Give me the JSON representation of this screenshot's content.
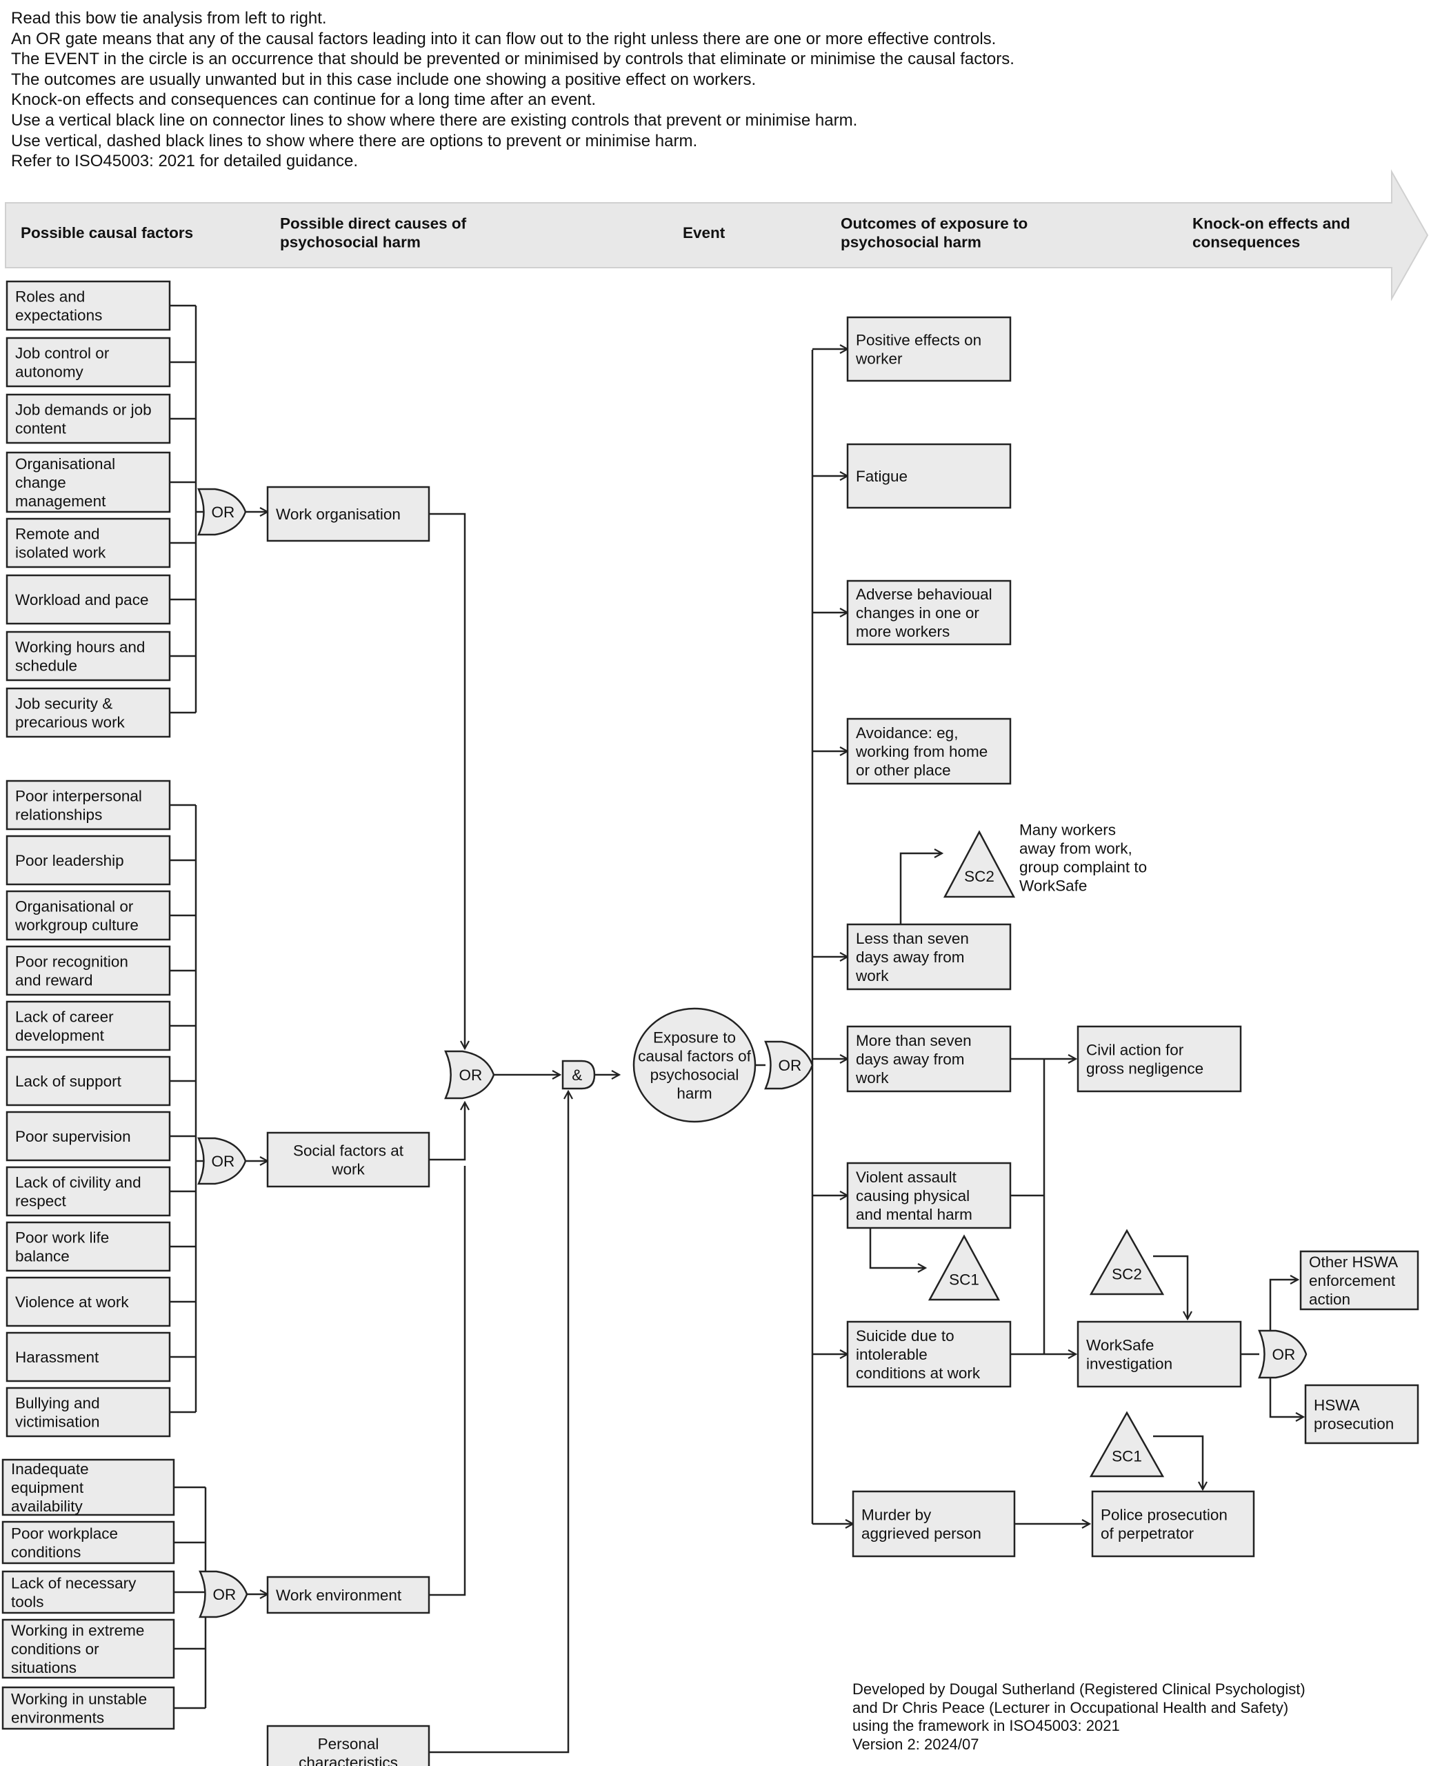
{
  "intro": [
    "Read this bow tie analysis from left to right.",
    "An OR gate means that any of the causal factors leading into it can flow out to the right unless there are one or more effective controls.",
    "The EVENT in the circle is an occurrence that should be prevented or minimised by controls that eliminate or minimise the causal factors.",
    "The outcomes are usually unwanted but in this case include one showing a positive effect on workers.",
    "Knock-on effects and consequences can continue for a long time after an event.",
    "Use a vertical black line on connector lines to show where there are existing controls that prevent or minimise harm.",
    "Use vertical, dashed black lines to show where there are options to prevent or minimise harm.",
    "Refer to ISO45003: 2021 for detailed guidance."
  ],
  "header": {
    "causal": "Possible causal factors",
    "direct": [
      "Possible direct causes of",
      "psychosocial harm"
    ],
    "event": "Event",
    "outcomes": [
      "Outcomes of exposure to",
      "psychosocial harm"
    ],
    "knockon": [
      "Knock-on effects and",
      "consequences"
    ]
  },
  "groups": {
    "org": {
      "factors": [
        [
          "Roles and",
          "expectations"
        ],
        [
          "Job control or",
          "autonomy"
        ],
        [
          "Job demands or job",
          "content"
        ],
        [
          "Organisational",
          "change",
          "management"
        ],
        [
          "Remote and",
          "isolated work"
        ],
        [
          "Workload and pace"
        ],
        [
          "Working hours and",
          "schedule"
        ],
        [
          "Job security &",
          "precarious work"
        ]
      ],
      "gate": "OR",
      "cause": [
        "Work organisation"
      ]
    },
    "social": {
      "factors": [
        [
          "Poor interpersonal",
          "relationships"
        ],
        [
          "Poor leadership"
        ],
        [
          "Organisational or",
          "workgroup culture"
        ],
        [
          "Poor recognition",
          "and reward"
        ],
        [
          "Lack of career",
          "development"
        ],
        [
          "Lack of support"
        ],
        [
          "Poor supervision"
        ],
        [
          "Lack of civility and",
          "respect"
        ],
        [
          "Poor work life",
          "balance"
        ],
        [
          "Violence at work"
        ],
        [
          "Harassment"
        ],
        [
          "Bullying and",
          "victimisation"
        ]
      ],
      "gate": "OR",
      "cause": [
        "Social factors at",
        "work"
      ]
    },
    "env": {
      "factors": [
        [
          "Inadequate",
          "equipment",
          "availability"
        ],
        [
          "Poor workplace",
          "conditions"
        ],
        [
          "Lack of necessary",
          "tools"
        ],
        [
          "Working in extreme",
          "conditions or",
          "situations"
        ],
        [
          "Working in unstable",
          "environments"
        ]
      ],
      "gate": "OR",
      "cause": [
        "Work environment"
      ]
    },
    "personal": [
      "Personal",
      "characteristics"
    ]
  },
  "center": {
    "or_gate": "OR",
    "and_gate": "&",
    "event": [
      "Exposure to",
      "causal factors of",
      "psychosocial",
      "harm"
    ],
    "out_gate": "OR"
  },
  "outcomes": [
    [
      "Positive effects on",
      "worker"
    ],
    [
      "Fatigue"
    ],
    [
      "Adverse behavioual",
      "changes in one or",
      "more workers"
    ],
    [
      "Avoidance: eg,",
      "working from home",
      "or other place"
    ],
    [
      "Less than seven",
      "days away from",
      "work"
    ],
    [
      "More than seven",
      "days away from",
      "work"
    ],
    [
      "Violent assault",
      "causing physical",
      "and mental harm"
    ],
    [
      "Suicide due to",
      "intolerable",
      "conditions at work"
    ],
    [
      "Murder by",
      "aggrieved person"
    ]
  ],
  "scenarios": {
    "sc1": "SC1",
    "sc2": "SC2",
    "sc2_note": [
      "Many workers",
      "away from work,",
      "group complaint to",
      "WorkSafe"
    ]
  },
  "consequences": {
    "civil": [
      "Civil action for",
      "gross negligence"
    ],
    "worksafe": [
      "WorkSafe",
      "investigation"
    ],
    "gate": "OR",
    "other": [
      "Other HSWA",
      "enforcement",
      "action"
    ],
    "prosecution": [
      "HSWA",
      "prosecution"
    ],
    "police": [
      "Police prosecution",
      "of perpetrator"
    ]
  },
  "credit": [
    "Developed by Dougal Sutherland (Registered Clinical Psychologist)",
    "and Dr Chris Peace (Lecturer in Occupational Health and Safety)",
    "using the framework in ISO45003: 2021",
    "Version 2: 2024/07"
  ],
  "colors": {
    "box_fill": "#ebebeb",
    "arrow_band": "#e8e8e8",
    "stroke": "#222222"
  }
}
